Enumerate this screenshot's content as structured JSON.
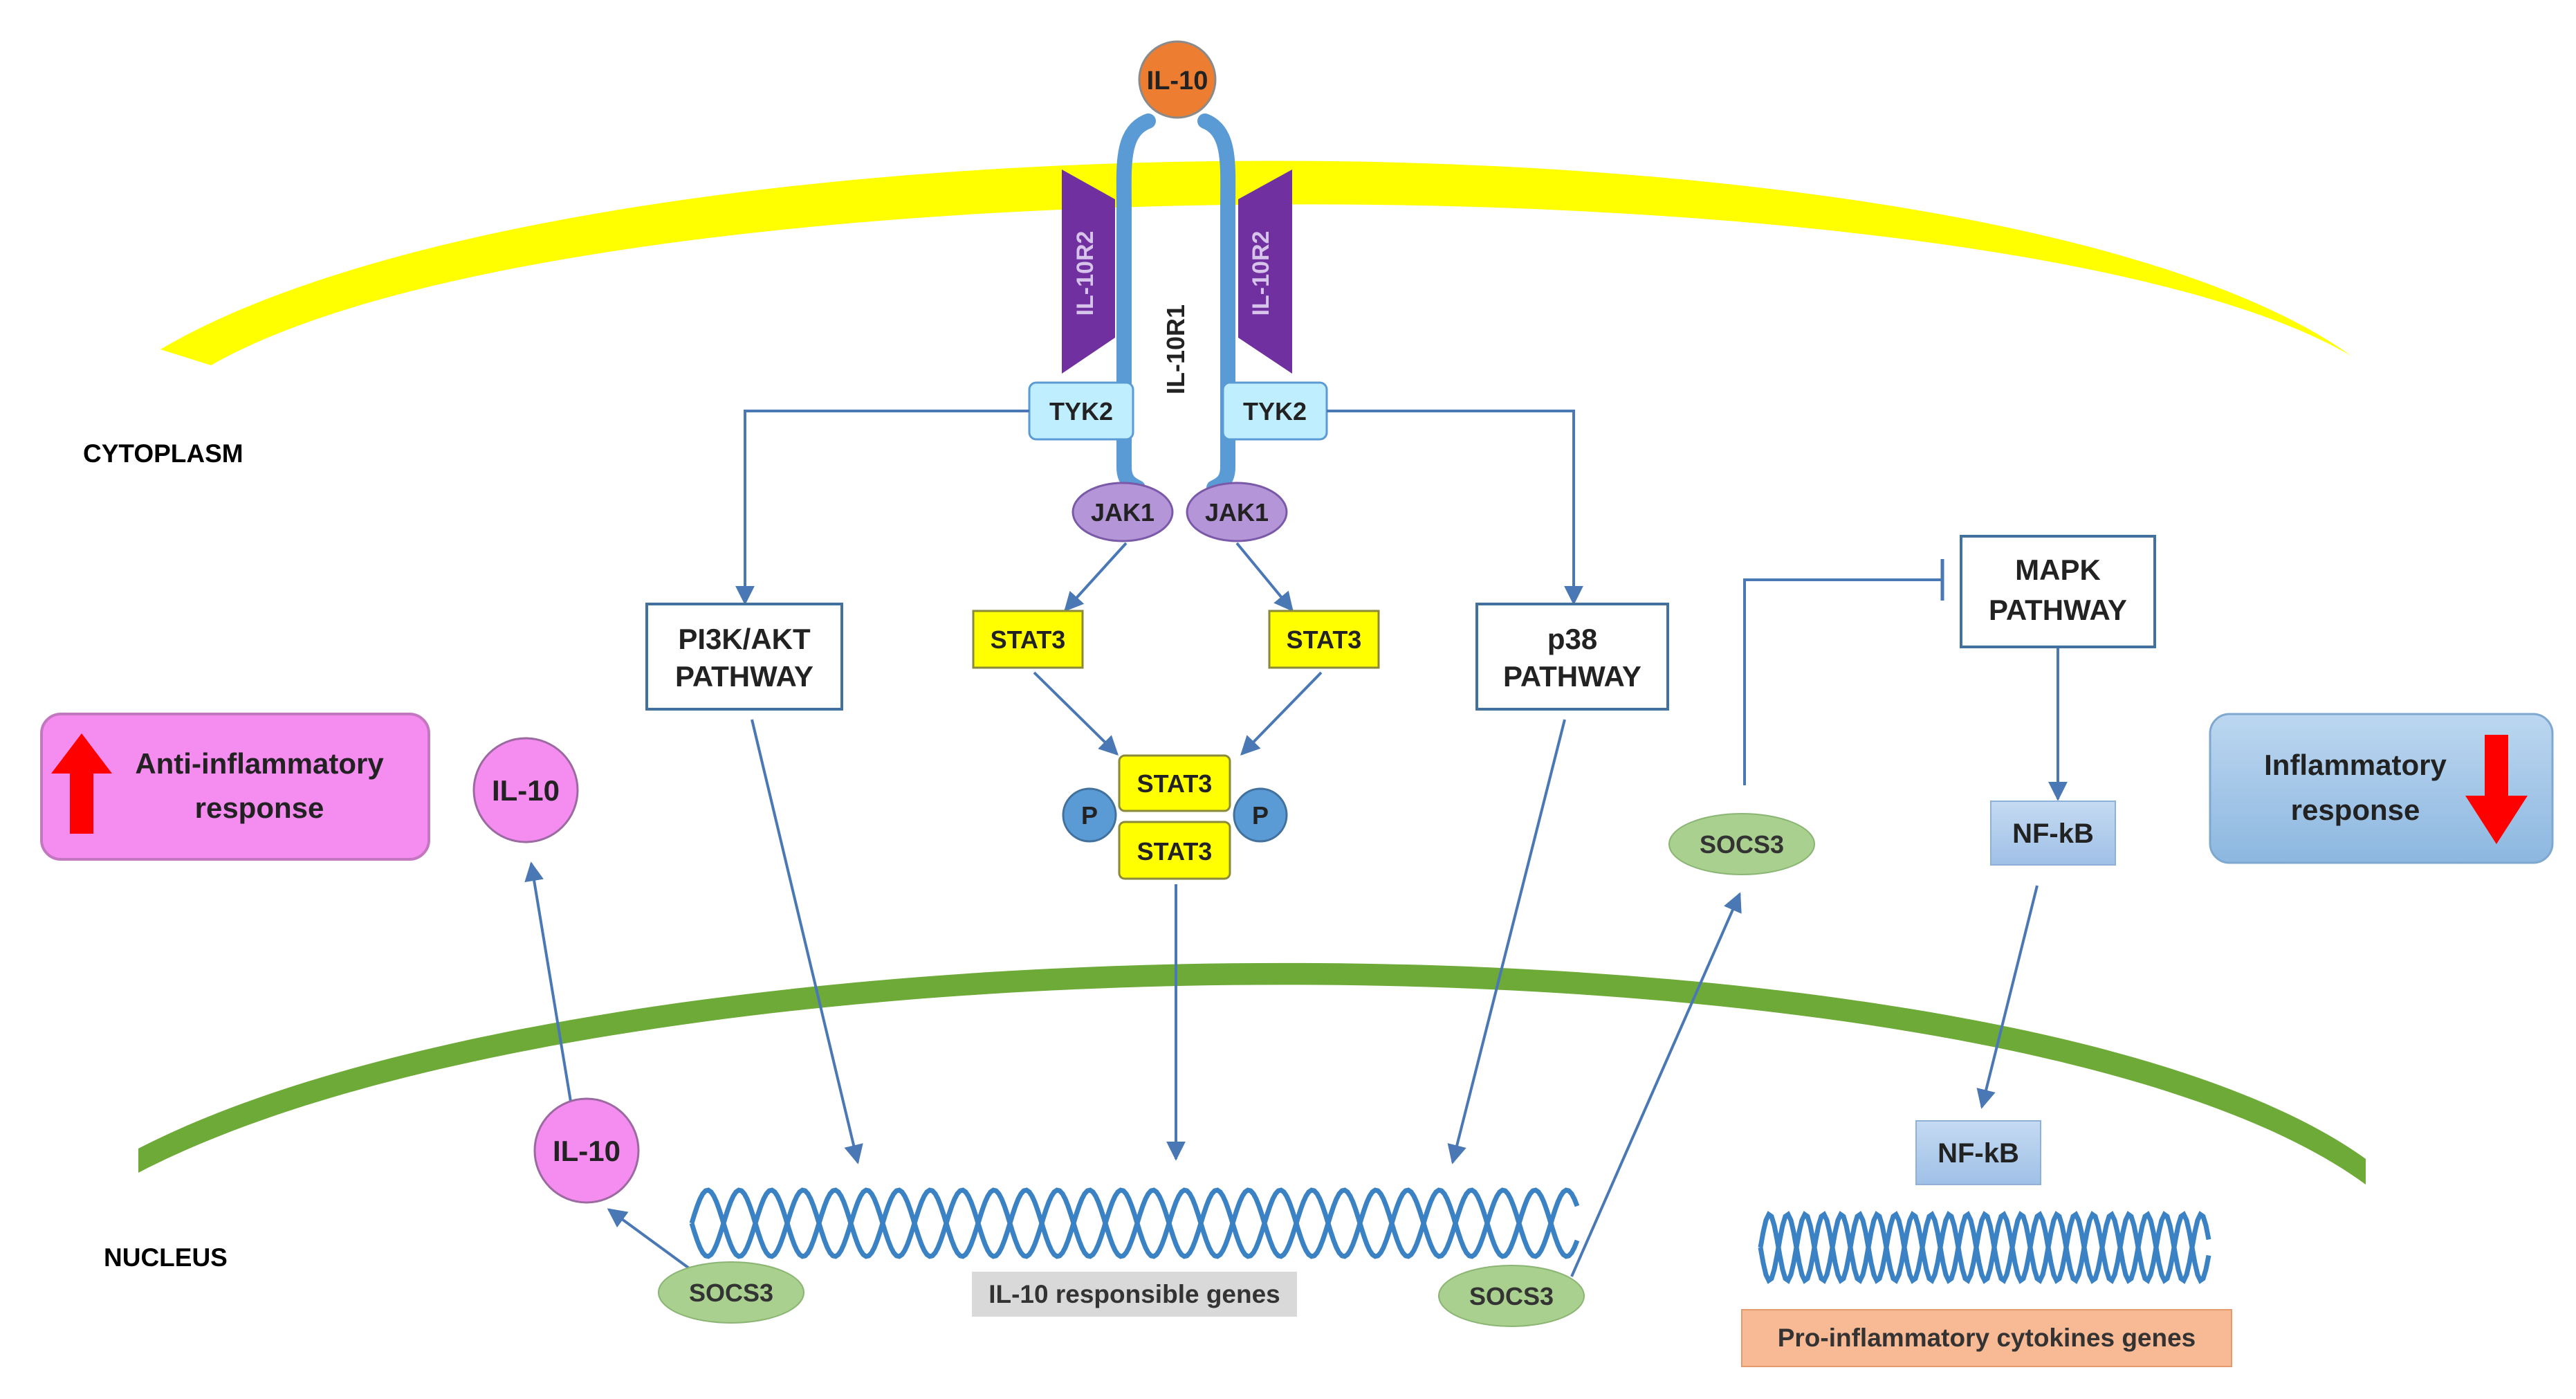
{
  "regions": {
    "cytoplasm": "CYTOPLASM",
    "nucleus": "NUCLEUS"
  },
  "ligand": "IL-10",
  "receptors": {
    "r1": "IL-10R1",
    "r2_left": "IL-10R2",
    "r2_right": "IL-10R2"
  },
  "kinases": {
    "tyk2_left": "TYK2",
    "tyk2_right": "TYK2",
    "jak1_left": "JAK1",
    "jak1_right": "JAK1"
  },
  "stat": {
    "left": "STAT3",
    "right": "STAT3",
    "dimer_top": "STAT3",
    "dimer_bottom": "STAT3",
    "p_left": "P",
    "p_right": "P"
  },
  "pathways": {
    "pi3k_line1": "PI3K/AKT",
    "pi3k_line2": "PATHWAY",
    "p38_line1": "p38",
    "p38_line2": "PATHWAY",
    "mapk_line1": "MAPK",
    "mapk_line2": "PATHWAY"
  },
  "nfkb": {
    "cytoplasm": "NF-kB",
    "nucleus": "NF-kB"
  },
  "socs3": {
    "left_nucleus": "SOCS3",
    "right_nucleus": "SOCS3",
    "cytoplasm": "SOCS3"
  },
  "il10": {
    "cytoplasm": "IL-10",
    "nucleus": "IL-10"
  },
  "responses": {
    "anti_line1": "Anti-inflammatory",
    "anti_line2": "response",
    "inflam_line1": "Inflammatory",
    "inflam_line2": "response"
  },
  "gene_labels": {
    "il10_genes": "IL-10 responsible genes",
    "pro_genes": "Pro-inflammatory cytokines genes"
  },
  "colors": {
    "membrane": "#ffff00",
    "nuclear_membrane": "#6eaa37",
    "arrow": "#4a78b5",
    "tyk2": "#bfefff",
    "jak1": "#b495d8",
    "stat3": "#ffff00",
    "phosphate": "#5b9bd5",
    "il10_ligand": "#ed7d31",
    "il10_circle": "#f58cf0",
    "socs3": "#a9d08e",
    "nfkb": "#a3c4e8",
    "receptor_r2": "#7030a0",
    "receptor_r1": "#5b9bd5",
    "anti_box": "#f58cf0",
    "inflam_box": "#9dc3e6",
    "up_arrow": "#ff0000",
    "il10_genes_bg": "#d9d9d9",
    "pro_genes_bg": "#f8b995",
    "dna": "#3b82c4"
  }
}
